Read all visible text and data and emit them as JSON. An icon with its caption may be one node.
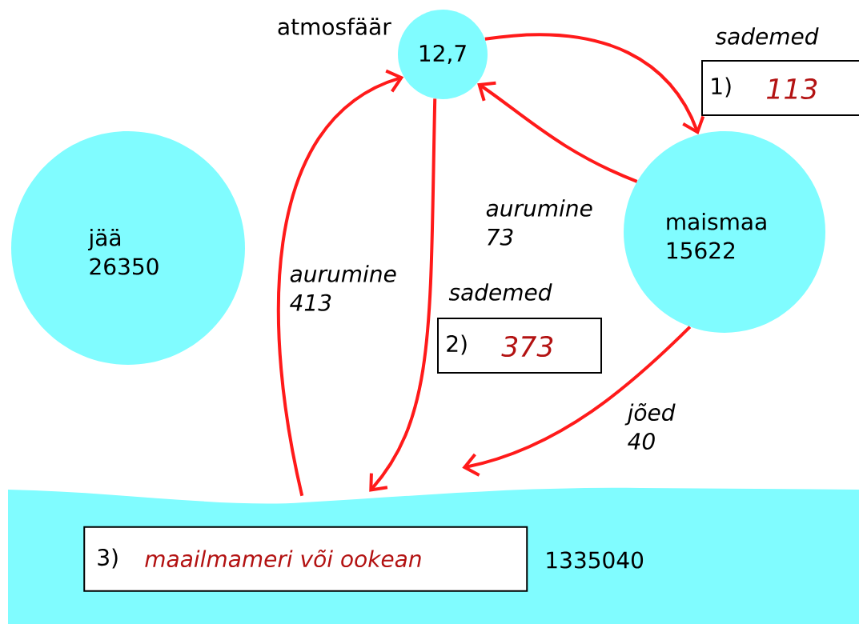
{
  "diagram": {
    "nodes": [
      {
        "text": [
          "atmosfäär",
          "12,7"
        ]
      },
      {
        "text": [
          "jää",
          "26350"
        ]
      },
      {
        "text": [
          "maismaa",
          "15622"
        ]
      },
      {
        "text": [
          "1335040"
        ]
      },
      {
        "text": [
          "sademed",
          "1)",
          "113"
        ]
      },
      {
        "text": [
          "sademed",
          "2)",
          "373"
        ]
      },
      {
        "text": [
          "3)",
          "maailmameri või ookean"
        ],
        "in": 3
      }
    ],
    "edges": [
      {
        "from": 0,
        "to": 2,
        "arrow": "to"
      },
      {
        "from": 2,
        "to": 0,
        "arrow": "to",
        "label": "aurumine 73"
      },
      {
        "from": 3,
        "to": 0,
        "arrow": "to",
        "label": "aurumine 413"
      },
      {
        "from": 0,
        "to": 3,
        "arrow": "to"
      },
      {
        "from": 2,
        "to": 3,
        "arrow": "to",
        "label": "jõed 40"
      }
    ]
  }
}
